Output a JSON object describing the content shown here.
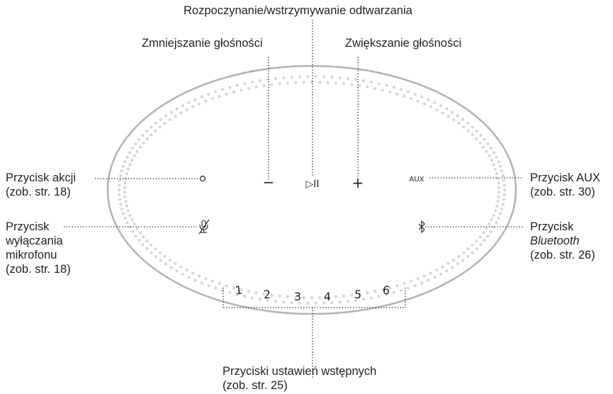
{
  "labels": {
    "play_pause": "Rozpoczynanie/wstrzymywanie odtwarzania",
    "volume_down": "Zmniejszanie głośności",
    "volume_up": "Zwiększanie głośności",
    "action_line1": "Przycisk akcji",
    "action_line2": "(zob. str. 18)",
    "mic_line1": "Przycisk",
    "mic_line2": "wyłączania",
    "mic_line3": "mikrofonu",
    "mic_line4": "(zob. str. 18)",
    "aux_line1": "Przycisk AUX",
    "aux_line2": "(zob. str. 30)",
    "bt_line1": "Przycisk",
    "bt_line2": "Bluetooth",
    "bt_line3": "(zob. str. 26)",
    "presets_line1": "Przyciski ustawień wstępnych",
    "presets_line2": "(zob. str. 25)"
  },
  "device": {
    "aux_text": "AUX",
    "play_pause_symbol": "▷II",
    "volume_down_symbol": "−",
    "volume_up_symbol": "+",
    "presets": [
      "1",
      "2",
      "3",
      "4",
      "5",
      "6"
    ]
  },
  "colors": {
    "outline": "#b3b3b3",
    "dots": "#d6d6d6",
    "text": "#231f20"
  },
  "icons": [
    "action-button-icon",
    "mic-off-icon",
    "bluetooth-icon"
  ]
}
